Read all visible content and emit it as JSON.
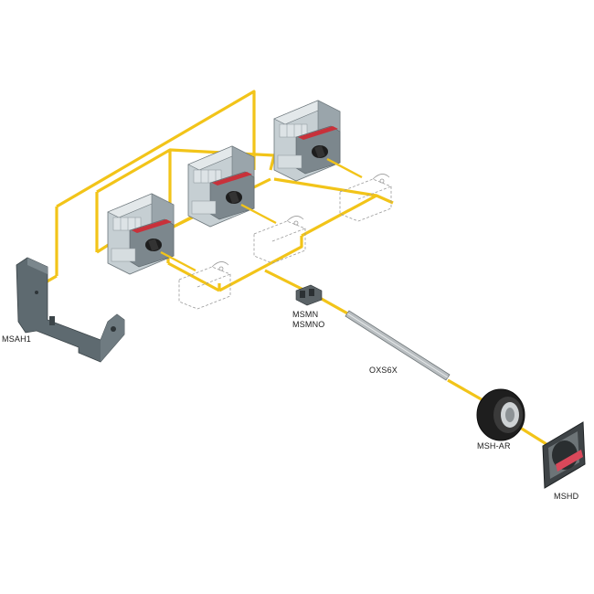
{
  "labels": {
    "bracket": "MSAH1",
    "aux_contact_1": "MSMN",
    "aux_contact_2": "MSMNO",
    "shaft": "OXS6X",
    "adapter": "MSH-AR",
    "handle": "MSHD"
  },
  "colors": {
    "yellow_line": "#f2c419",
    "breaker_body": "#b9c4c9",
    "breaker_dark": "#7f8a90",
    "rotary_knob": "#1a1a1a",
    "red_indicator": "#c8313a",
    "bracket_gray": "#5e6a70",
    "handle_red": "#d9485a"
  }
}
